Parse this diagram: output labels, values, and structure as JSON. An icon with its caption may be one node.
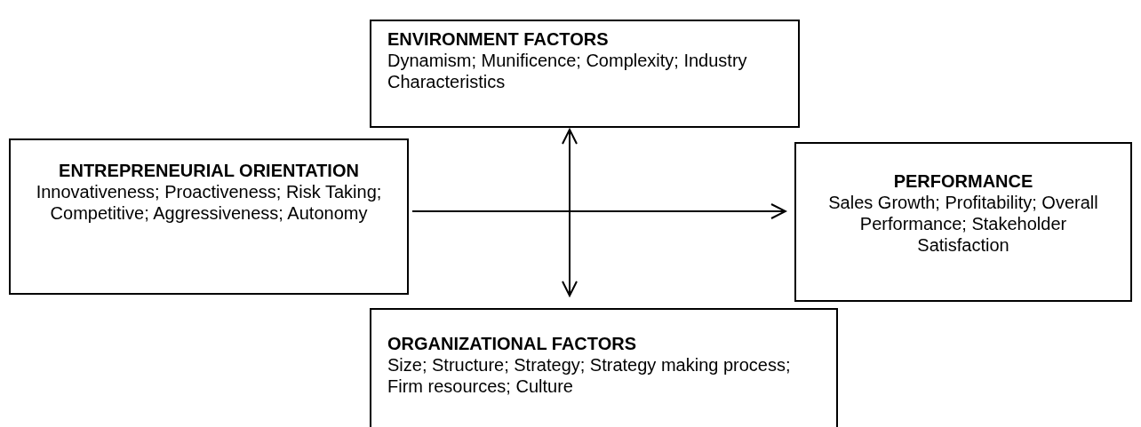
{
  "diagram": {
    "nodes": [
      {
        "text": [
          "ENVIRONMENT FACTORS",
          "Dynamism; Munificence; Complexity; Industry Characteristics"
        ]
      },
      {
        "text": [
          "ENTREPRENEURIAL ORIENTATION",
          "Innovativeness; Proactiveness; Risk Taking; Competitive; Aggressiveness; Autonomy"
        ]
      },
      {
        "text": [
          "PERFORMANCE",
          "Sales Growth; Profitability; Overall Performance; Stakeholder Satisfaction"
        ]
      },
      {
        "text": [
          "ORGANIZATIONAL FACTORS",
          "Size; Structure; Strategy; Strategy making process; Firm resources; Culture"
        ]
      }
    ],
    "edges": [
      {
        "from": 1,
        "to": 2,
        "arrow": "to"
      },
      {
        "from": 0,
        "to": 3,
        "arrow": "both"
      }
    ]
  }
}
